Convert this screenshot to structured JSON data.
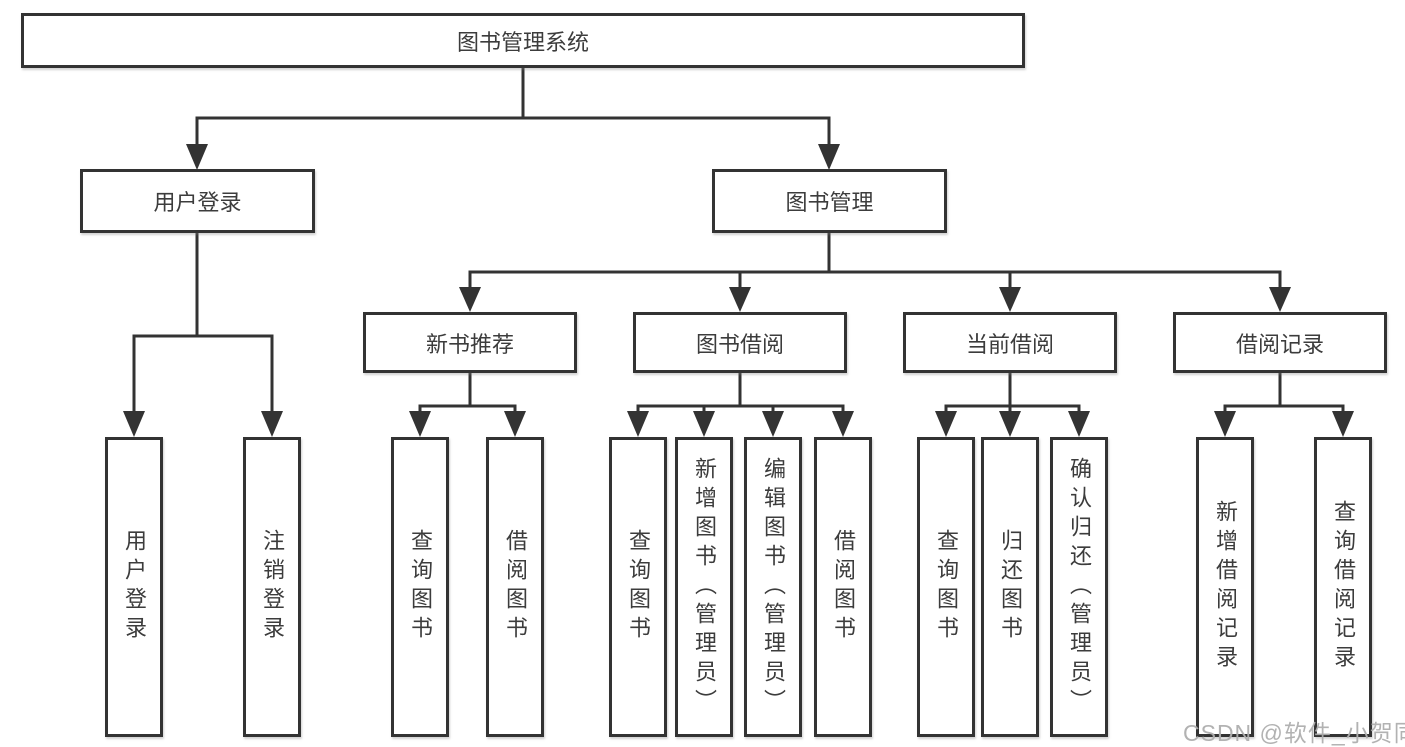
{
  "diagram": {
    "root": {
      "label": "图书管理系统"
    },
    "children": [
      {
        "label": "用户登录",
        "leaves": [
          "用户登录",
          "注销登录"
        ]
      },
      {
        "label": "图书管理",
        "children": [
          {
            "label": "新书推荐",
            "leaves": [
              "查询图书",
              "借阅图书"
            ]
          },
          {
            "label": "图书借阅",
            "leaves": [
              "查询图书",
              "新增图书（管理员）",
              "编辑图书（管理员）",
              "借阅图书"
            ]
          },
          {
            "label": "当前借阅",
            "leaves": [
              "查询图书",
              "归还图书",
              "确认归还（管理员）"
            ]
          },
          {
            "label": "借阅记录",
            "leaves": [
              "新增借阅记录",
              "查询借阅记录"
            ]
          }
        ]
      }
    ]
  },
  "watermark": "CSDN @软件_小贺同学",
  "colors": {
    "line": "#333333",
    "box_border": "#333333",
    "text": "#3c3c3c",
    "background": "#ffffff",
    "watermark": "#aeaeae"
  }
}
